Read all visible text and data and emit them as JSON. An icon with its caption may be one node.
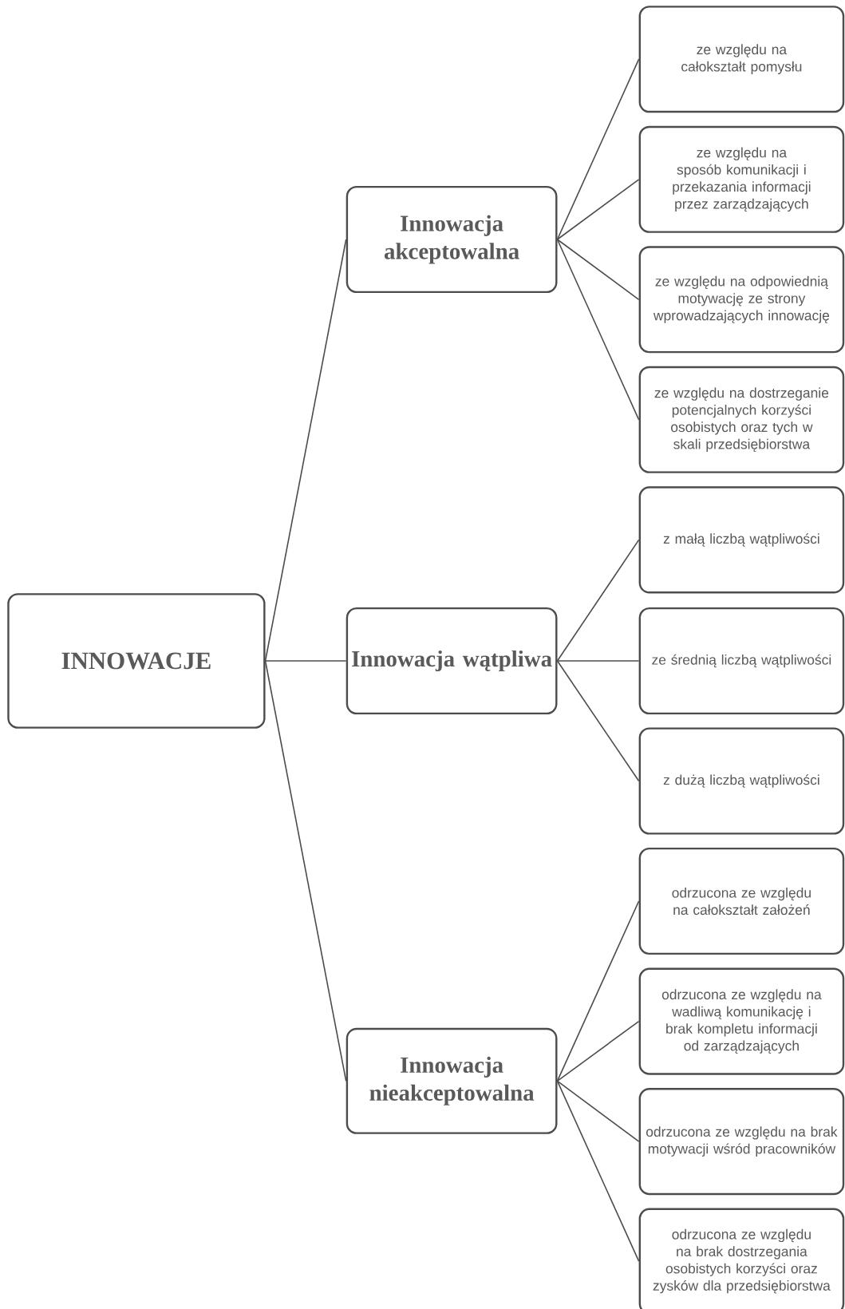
{
  "diagram": {
    "nodes": [
      {
        "text": [
          "INNOWACJE"
        ]
      },
      {
        "text": [
          "Innowacja akceptowalna"
        ]
      },
      {
        "text": [
          "Innowacja wątpliwa"
        ]
      },
      {
        "text": [
          "Innowacja nieakceptowalna"
        ]
      },
      {
        "text": [
          "ze względu na całokształt pomysłu"
        ]
      },
      {
        "text": [
          "ze względu na sposób komunikacji i przekazania informacji przez zarządzających"
        ]
      },
      {
        "text": [
          "ze względu na odpowiednią motywację ze strony wprowadzających innowację"
        ]
      },
      {
        "text": [
          "ze względu na dostrzeganie potencjalnych korzyści osobistych oraz tych w skali przedsiębiorstwa"
        ]
      },
      {
        "text": [
          "z małą liczbą wątpliwości"
        ]
      },
      {
        "text": [
          "ze średnią liczbą wątpliwości"
        ]
      },
      {
        "text": [
          "z dużą liczbą wątpliwości"
        ]
      },
      {
        "text": [
          "odrzucona ze względu na całokształt założeń"
        ]
      },
      {
        "text": [
          "odrzucona ze względu na wadliwą komunikację i brak kompletu informacji od zarządzających"
        ]
      },
      {
        "text": [
          "odrzucona ze względu na brak motywacji wśród pracowników"
        ]
      },
      {
        "text": [
          "odrzucona ze względu na brak dostrzegania osobistych korzyści oraz zysków dla przedsiębiorstwa"
        ]
      }
    ],
    "edges": [
      {
        "from": 0,
        "to": 1,
        "arrow": "none"
      },
      {
        "from": 0,
        "to": 2,
        "arrow": "none"
      },
      {
        "from": 0,
        "to": 3,
        "arrow": "none"
      },
      {
        "from": 1,
        "to": 4,
        "arrow": "none"
      },
      {
        "from": 1,
        "to": 5,
        "arrow": "none"
      },
      {
        "from": 1,
        "to": 6,
        "arrow": "none"
      },
      {
        "from": 1,
        "to": 7,
        "arrow": "none"
      },
      {
        "from": 2,
        "to": 8,
        "arrow": "none"
      },
      {
        "from": 2,
        "to": 9,
        "arrow": "none"
      },
      {
        "from": 2,
        "to": 10,
        "arrow": "none"
      },
      {
        "from": 3,
        "to": 11,
        "arrow": "none"
      },
      {
        "from": 3,
        "to": 12,
        "arrow": "none"
      },
      {
        "from": 3,
        "to": 13,
        "arrow": "none"
      },
      {
        "from": 3,
        "to": 14,
        "arrow": "none"
      }
    ]
  }
}
